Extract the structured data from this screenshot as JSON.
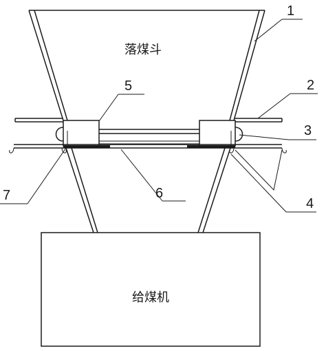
{
  "labels": {
    "hopper": "落煤斗",
    "feeder": "给煤机",
    "n1": "1",
    "n2": "2",
    "n3": "3",
    "n4": "4",
    "n5": "5",
    "n6": "6",
    "n7": "7"
  }
}
